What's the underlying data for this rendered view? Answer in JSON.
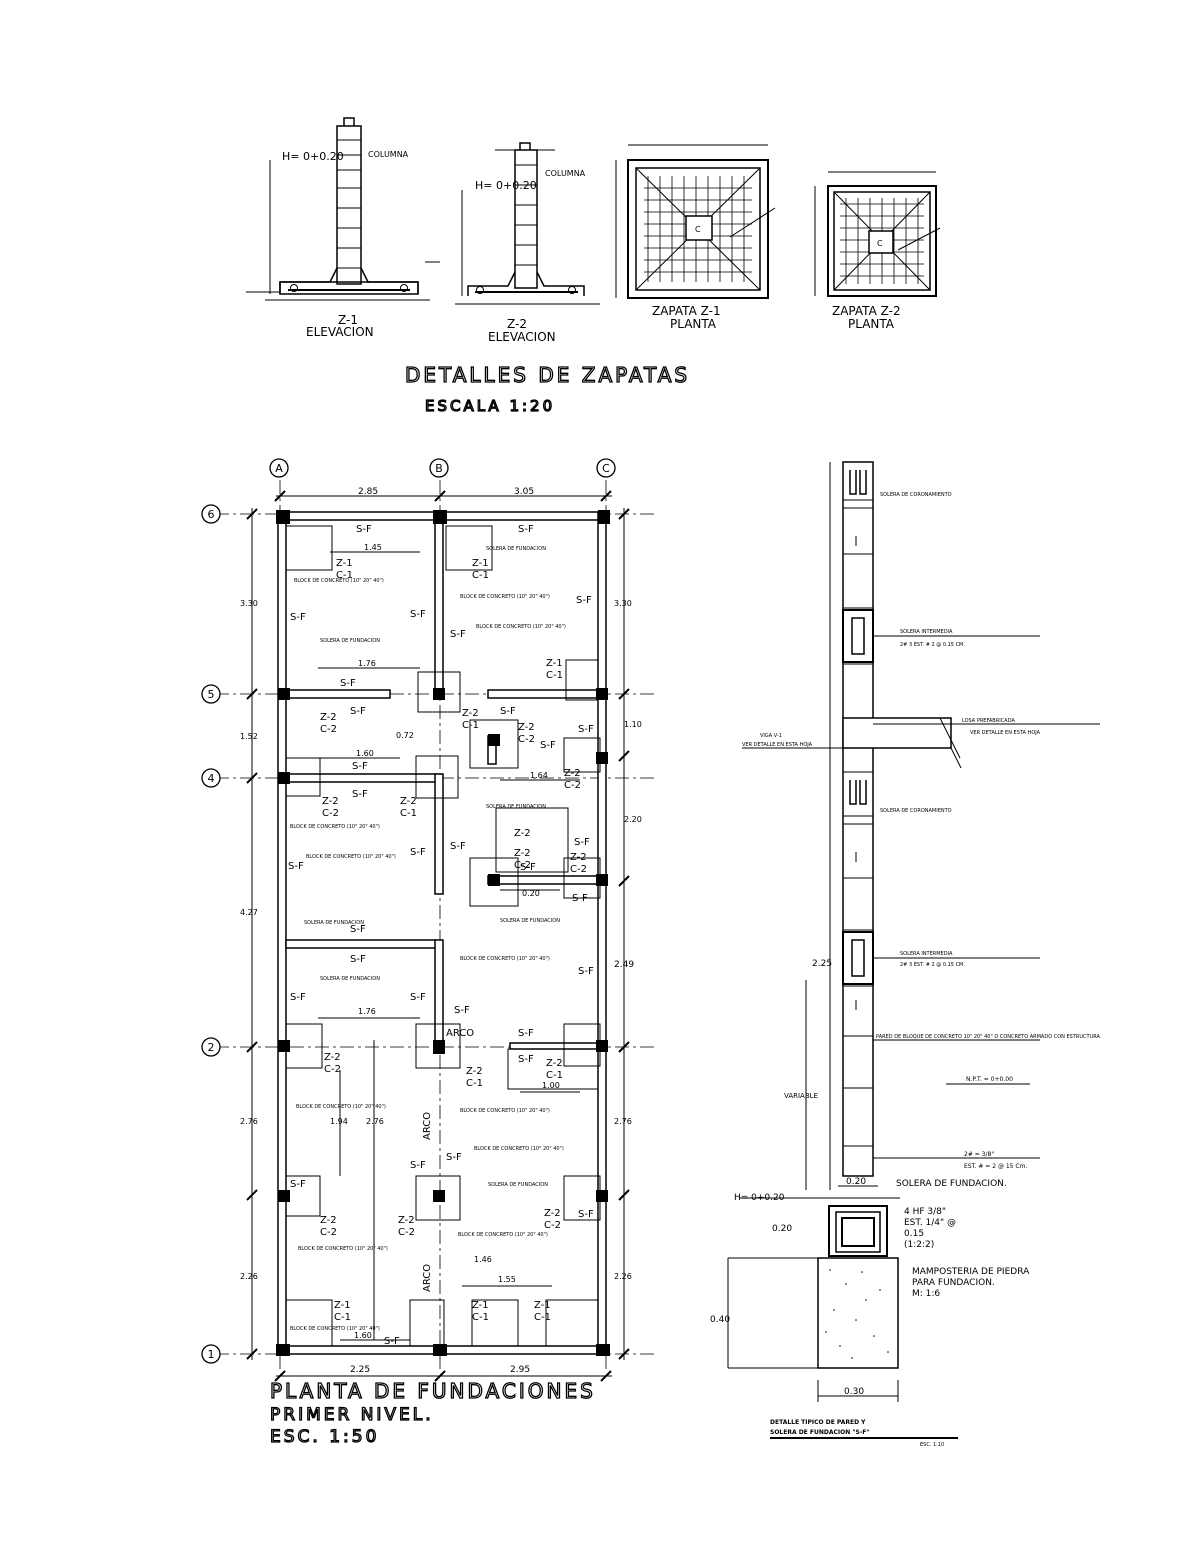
{
  "zapatas": {
    "title": "DETALLES DE ZAPATAS",
    "scale": "ESCALA 1:20",
    "z1_elev": {
      "name": "Z-1",
      "view": "ELEVACION",
      "level": "H= 0+0.20",
      "column": "COLUMNA"
    },
    "z2_elev": {
      "name": "Z-2",
      "view": "ELEVACION",
      "level": "H= 0+0.20",
      "column": "COLUMNA"
    },
    "z1_plan": {
      "name": "ZAPATA  Z-1",
      "view": "PLANTA",
      "center": "C"
    },
    "z2_plan": {
      "name": "ZAPATA  Z-2",
      "view": "PLANTA",
      "center": "C"
    }
  },
  "plan": {
    "title_1": "PLANTA DE FUNDACIONES",
    "title_2": "PRIMER NIVEL.",
    "title_3": "ESC.  1:50",
    "axes_cols": [
      "A",
      "B",
      "C"
    ],
    "axes_rows": [
      "6",
      "5",
      "4",
      "2",
      "1"
    ],
    "top_dims": [
      "2.85",
      "3.05"
    ],
    "bottom_dims": [
      "2.25",
      "2.95"
    ],
    "left_dims": [
      "3.30",
      "1.52",
      "4.27",
      "2.76",
      "2.26"
    ],
    "right_dims": [
      "3.30",
      "1.10",
      "2.20",
      "2.49",
      "2.76",
      "2.26"
    ],
    "labels": {
      "sf": "S-F",
      "z1": "Z-1",
      "c1": "C-1",
      "z2": "Z-2",
      "c2": "C-2",
      "arco": "ARCO",
      "bloque": "BLOCK DE CONCRETO (10\" 20\" 40\")",
      "solera": "SOLERA DE FUNDACION"
    },
    "inner_dims": [
      "1.45",
      "1.76",
      "1.60",
      "0.72",
      "1.64",
      "0.20",
      "1.76",
      "1.00",
      "1.46",
      "1.55",
      "1.60",
      "1.94",
      "2.76"
    ]
  },
  "section": {
    "solera_corona": "SOLERA DE CORONAMIENTO",
    "solera_intermedia": "SOLERA INTERMEDIA",
    "solera_intermedia_spec": "2# 3 EST. # 2 @ 0.15 CM.",
    "losa": "LOSA PREFABRICADA",
    "ver_detalle": "VER DETALLE EN ESTA HOJA",
    "viga": "VIGA V-1",
    "viga_ref": "VER DETALLE EN ESTA HOJA",
    "pared": "PARED DE BLOQUE DE CONCRETO 10\" 20\" 40\" O CONCRETO ARMADO CON ESTRUCTURA",
    "nptn": "N.P.T. = 0+0.00",
    "variable": "VARIABLE",
    "ref": "2# = 3/8\"",
    "ref2": "EST. # = 2 @ 15 Cm.",
    "dim_020": "0.20",
    "dim_225": "2.25",
    "solera_fund": "SOLERA DE FUNDACION.",
    "level": "H= 0+0.20",
    "hf_1": "4 HF 3/8\"",
    "hf_2": "EST. 1/4\" @",
    "hf_3": "0.15",
    "hf_4": "(1:2:2)",
    "mamp_1": "MAMPOSTERIA DE PIEDRA",
    "mamp_2": "PARA FUNDACION.",
    "mamp_3": "M: 1:6",
    "dim_040": "0.40",
    "dim_030": "0.30",
    "caption_1": "DETALLE TIPICO DE PARED Y",
    "caption_2": "SOLERA DE FUNDACION \"S-F\"",
    "caption_scale": "ESC. 1:10"
  }
}
